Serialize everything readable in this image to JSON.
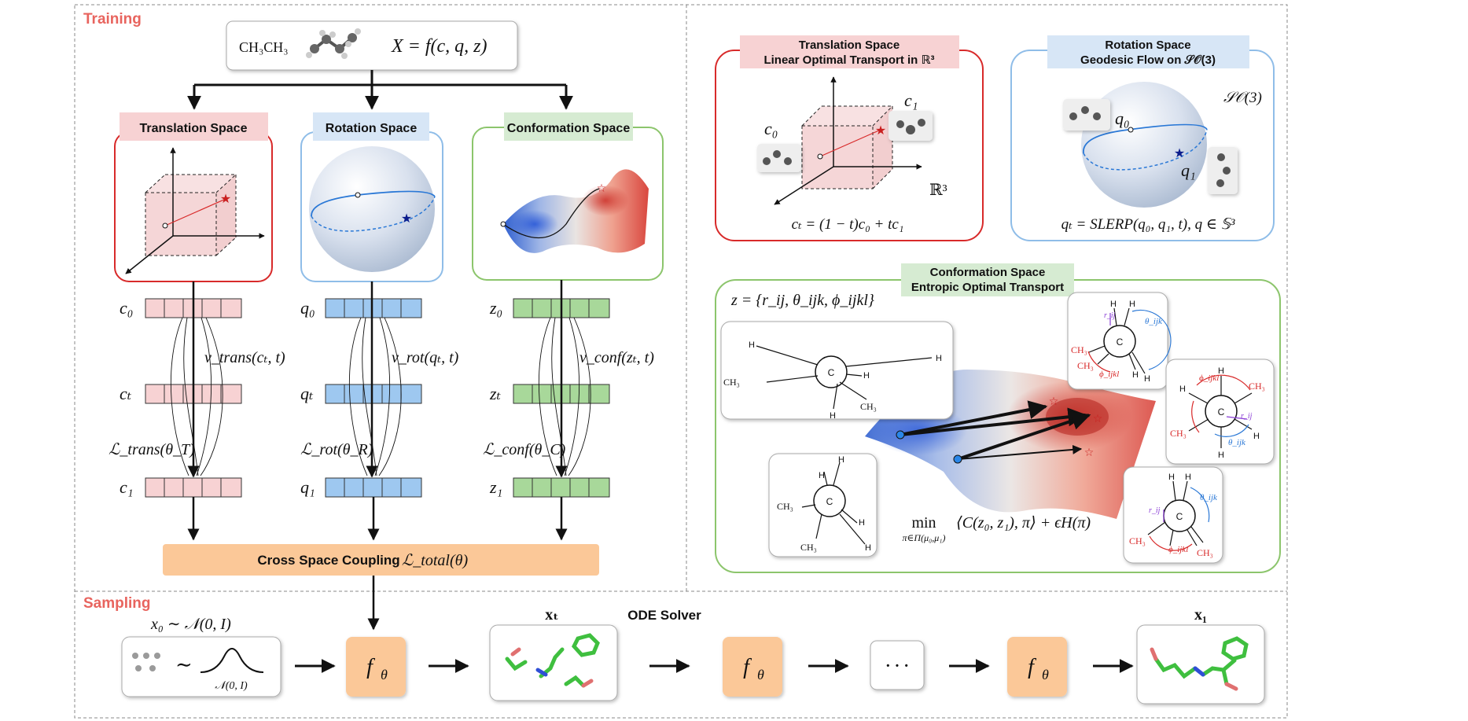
{
  "sections": {
    "training": "Training",
    "sampling": "Sampling",
    "ode_solver": "ODE Solver"
  },
  "input_box": {
    "formula": "CH₃CH₃",
    "equation": "X = f(c, q, z)"
  },
  "spaces": {
    "translation": "Translation Space",
    "rotation": "Rotation Space",
    "conformation": "Conformation Space"
  },
  "vectors": {
    "c0": "c₀",
    "ct": "cₜ",
    "c1": "c₁",
    "q0": "q₀",
    "qt": "qₜ",
    "q1": "q₁",
    "z0": "z₀",
    "zt": "zₜ",
    "z1": "z₁"
  },
  "fields": {
    "trans": "v_trans(cₜ, t)",
    "rot": "v_rot(qₜ, t)",
    "conf": "v_conf(zₜ, t)"
  },
  "losses": {
    "trans": "ℒ_trans(θ_T)",
    "rot": "ℒ_rot(θ_R)",
    "conf": "ℒ_conf(θ_C)"
  },
  "coupling": {
    "label": "Cross Space Coupling",
    "loss": "ℒ_total(θ)"
  },
  "detail_translation": {
    "title1": "Translation Space",
    "title2": "Linear Optimal Transport in ℝ³",
    "c0": "c₀",
    "c1": "c₁",
    "space": "ℝ³",
    "formula": "cₜ = (1 − t)c₀ + tc₁"
  },
  "detail_rotation": {
    "title1": "Rotation Space",
    "title2": "Geodesic Flow on 𝒮𝒪(3)",
    "q0": "q₀",
    "q1": "q₁",
    "space": "𝒮𝒪(3)",
    "formula": "qₜ = SLERP(q₀, q₁, t), q ∈ 𝕊³"
  },
  "detail_conformation": {
    "title1": "Conformation Space",
    "title2": "Entropic Optimal Transport",
    "zdef": "z = {r_ij, θ_ijk, ϕ_ijkl}",
    "objective_min": "min",
    "objective_sub": "π∈Π(μ₀,μ₁)",
    "objective": "⟨C(z₀, z₁), π⟩ + ϵH(π)"
  },
  "newman": {
    "H": "H",
    "C": "C",
    "CH3": "CH₃",
    "r": "r_ij",
    "theta": "θ_ijk",
    "phi": "ϕ_ijkl"
  },
  "sampling_flow": {
    "x0": "x₀ ∼ 𝒩(0, I)",
    "tilde": "∼",
    "normal": "𝒩(0, I)",
    "xt": "xₜ",
    "x1": "x₁",
    "f": "f",
    "theta": "θ",
    "dots": "· · ·"
  },
  "colors": {
    "section_label": "#e8645e",
    "trans_fill": "#f7d2d3",
    "trans_border": "#d82a2a",
    "rot_fill": "#d7e6f6",
    "rot_border": "#8fbde8",
    "conf_fill": "#d6ebd2",
    "conf_border": "#8cc56c",
    "coupling": "#fbc898",
    "ftheta": "#fbc898"
  }
}
